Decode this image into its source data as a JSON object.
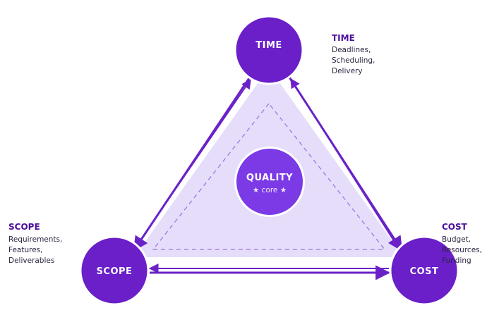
{
  "colors": {
    "node_fill": "#6a1fc9",
    "node_stroke": "#ffffff",
    "triangle_fill": "#e6ddfb",
    "edge": "#6a22c8",
    "dashed": "#9b7ae0",
    "core_fill": "#7b3ae6",
    "label_title": "#4b0f9e",
    "label_text": "#2d2540"
  },
  "core": {
    "title": "QUALITY",
    "subtitle": "★ core ★"
  },
  "nodes": {
    "time": {
      "label": "TIME"
    },
    "scope": {
      "label": "SCOPE"
    },
    "cost": {
      "label": "COST"
    }
  },
  "side_labels": {
    "time": {
      "title": "TIME",
      "lines": [
        "Deadlines,",
        "Scheduling,",
        "Delivery"
      ]
    },
    "scope": {
      "title": "SCOPE",
      "lines": [
        "Requirements,",
        "Features,",
        "Deliverables"
      ]
    },
    "cost": {
      "title": "COST",
      "lines": [
        "Budget,",
        "Resources,",
        "Funding"
      ]
    }
  }
}
